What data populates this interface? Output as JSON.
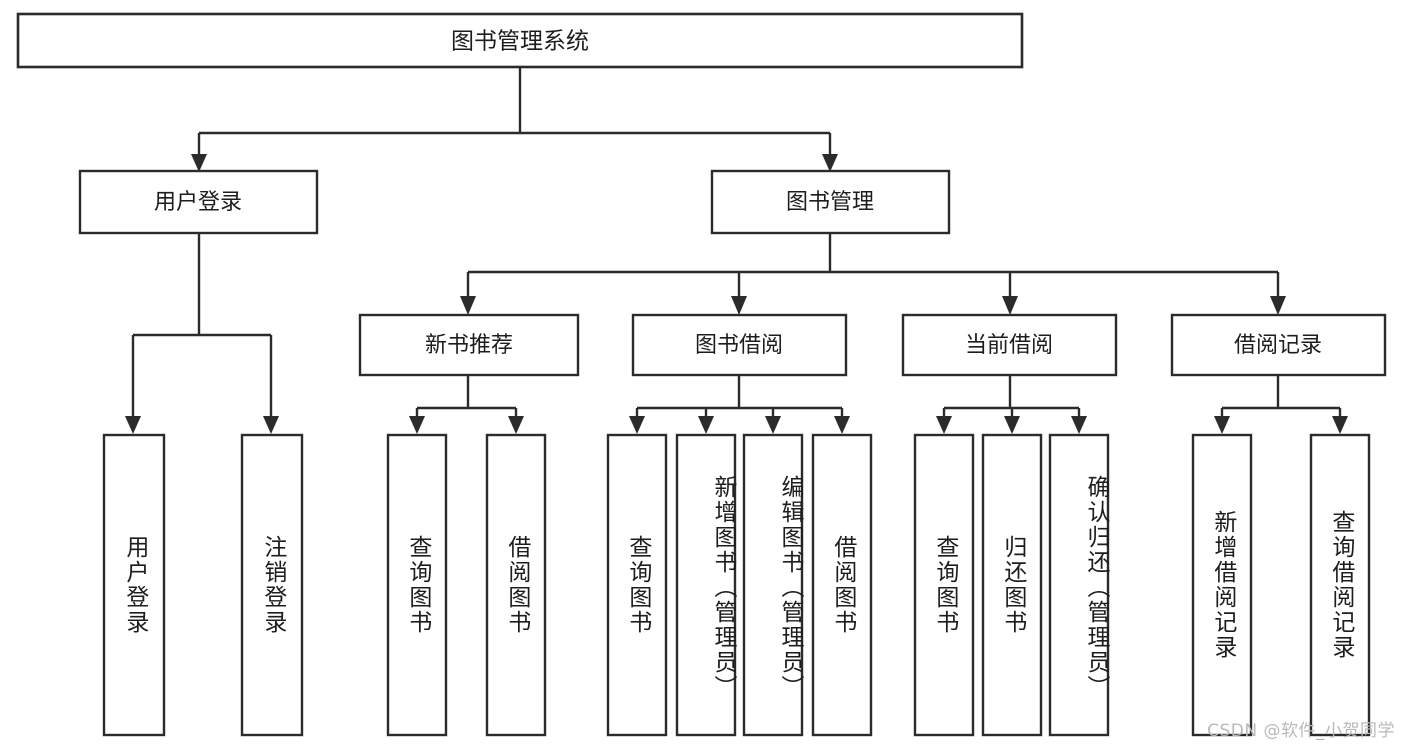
{
  "diagram": {
    "type": "tree-hierarchy",
    "title": "图书管理系统",
    "root": {
      "label": "图书管理系统"
    },
    "level1": [
      {
        "label": "用户登录"
      },
      {
        "label": "图书管理"
      }
    ],
    "level2": [
      {
        "label": "新书推荐"
      },
      {
        "label": "图书借阅"
      },
      {
        "label": "当前借阅"
      },
      {
        "label": "借阅记录"
      }
    ],
    "leaves": {
      "user_login": [
        {
          "label": "用户登录"
        },
        {
          "label": "注销登录"
        }
      ],
      "new_book_recommend": [
        {
          "label": "查询图书"
        },
        {
          "label": "借阅图书"
        }
      ],
      "book_borrow": [
        {
          "label": "查询图书"
        },
        {
          "label": "新增图书（管理员）"
        },
        {
          "label": "编辑图书（管理员）"
        },
        {
          "label": "借阅图书"
        }
      ],
      "current_borrow": [
        {
          "label": "查询图书"
        },
        {
          "label": "归还图书"
        },
        {
          "label": "确认归还（管理员）"
        }
      ],
      "borrow_record": [
        {
          "label": "新增借阅记录"
        },
        {
          "label": "查询借阅记录"
        }
      ]
    }
  },
  "watermark": {
    "text": "CSDN @软件_小贺同学"
  },
  "colors": {
    "background": "#ffffff",
    "stroke": "#2b2b2b",
    "text": "#1d1d1d",
    "watermark": "#b9b9b9"
  }
}
